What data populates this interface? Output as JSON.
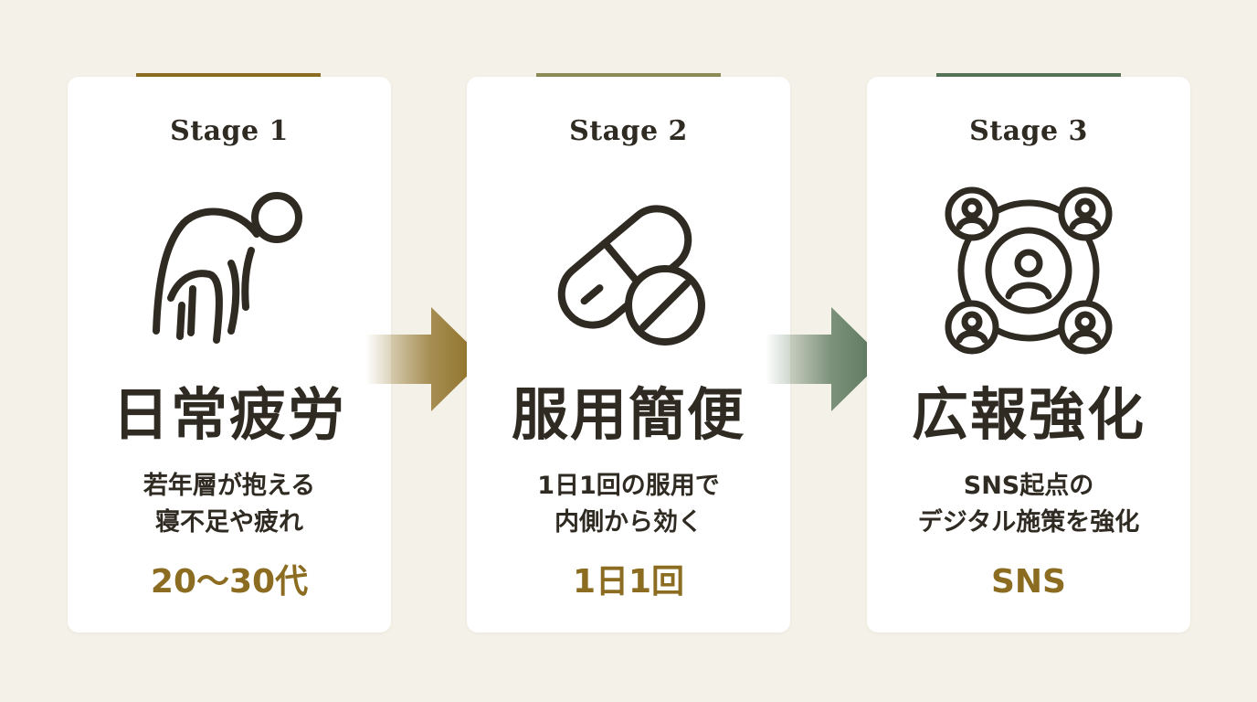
{
  "stages": [
    {
      "label": "Stage 1",
      "title": "日常疲労",
      "desc_line1": "若年層が抱える",
      "desc_line2": "寝不足や疲れ",
      "tag": "20〜30代",
      "accent": "#8b6c20",
      "icon": "tired-person-icon"
    },
    {
      "label": "Stage 2",
      "title": "服用簡便",
      "desc_line1": "1日1回の服用で",
      "desc_line2": "内側から効く",
      "tag": "1日1回",
      "accent": "#8c8a55",
      "icon": "pill-capsule-icon"
    },
    {
      "label": "Stage 3",
      "title": "広報強化",
      "desc_line1": "SNS起点の",
      "desc_line2": "デジタル施策を強化",
      "tag": "SNS",
      "accent": "#557257",
      "icon": "social-network-icon"
    }
  ],
  "arrows": [
    {
      "icon": "arrow-right-icon",
      "color": "#8b6c20"
    },
    {
      "icon": "arrow-right-icon",
      "color": "#557257"
    }
  ],
  "colors": {
    "background": "#f4f1e8",
    "card": "#ffffff",
    "text": "#2f2a22",
    "tag": "#8b6c20"
  }
}
